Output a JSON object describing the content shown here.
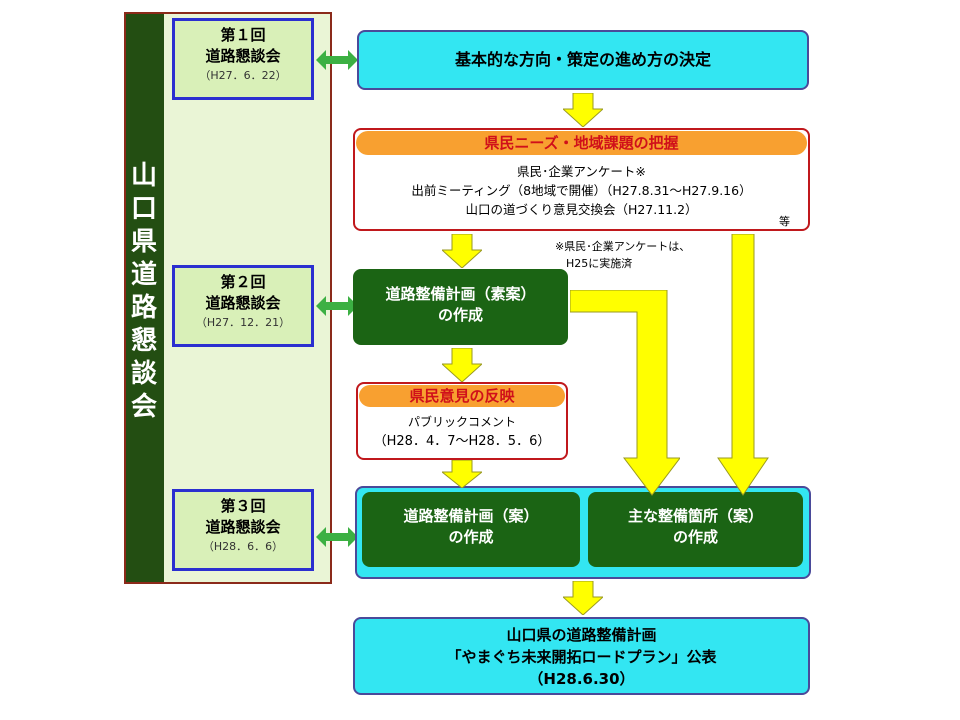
{
  "council": {
    "title": "山口県道路懇談会",
    "meetings": [
      {
        "round": "第１回",
        "name": "道路懇談会",
        "date": "（H27．6．22）"
      },
      {
        "round": "第２回",
        "name": "道路懇談会",
        "date": "（H27．12．21）"
      },
      {
        "round": "第３回",
        "name": "道路懇談会",
        "date": "（H28．6．6）"
      }
    ]
  },
  "steps": {
    "direction": "基本的な方向・策定の進め方の決定",
    "needs": {
      "header": "県民ニーズ・地域課題の把握",
      "lines": [
        "県民･企業アンケート※",
        "出前ミーティング（8地域で開催）（H27.8.31～H27.9.16）",
        "山口の道づくり意見交換会（H27.11.2）"
      ],
      "etc": "等"
    },
    "survey_note": "※県民･企業アンケートは、\n　H25に実施済",
    "draft": "道路整備計画（素案）\nの作成",
    "opinion": {
      "header": "県民意見の反映",
      "line1": "パブリックコメント",
      "line2": "（H28．4．7～H28．5．6）"
    },
    "plan": "道路整備計画（案）\nの作成",
    "places": "主な整備箇所（案）\nの作成",
    "final": {
      "line1": "山口県の道路整備計画",
      "line2": "「やまぐち未来開拓ロードプラン」公表",
      "line3": "（H28.6.30）"
    }
  },
  "colors": {
    "band": "#234e12",
    "panel": "#eaf5d6",
    "meeting_border": "#2b2fd0",
    "cyan": "#33e6f2",
    "green": "#1b6414",
    "orange": "#f8a030",
    "red": "#c0181c",
    "yellow": "#ffff00",
    "link_arrow": "#3cb043"
  }
}
